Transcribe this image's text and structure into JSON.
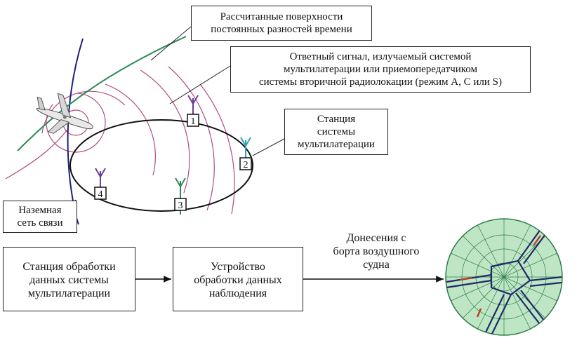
{
  "callouts": {
    "surfaces": [
      "Рассчитанные поверхности",
      "постоянных разностей времени"
    ],
    "reply_signal": [
      "Ответный сигнал, излучаемый системой",
      "мультилатерации или приемопередатчиком",
      "системы вторичной радиолокации (режим A, C или S)"
    ],
    "station": [
      "Станция",
      "системы",
      "мультилатерации"
    ],
    "ground_network": [
      "Наземная",
      "сеть связи"
    ]
  },
  "antennas": [
    "1",
    "2",
    "3",
    "4"
  ],
  "flow": {
    "processing_station": [
      "Станция обработки",
      "данных системы",
      "мультилатерации"
    ],
    "surveillance_unit": [
      "Устройство",
      "обработки данных",
      "наблюдения"
    ],
    "aircraft_reports": [
      "Донесения с",
      "борта воздушного",
      "судна"
    ]
  },
  "colors": {
    "ellipse": "#111111",
    "blue_curve": "#1f1f7a",
    "green_curve": "#2e8b57",
    "magenta_rings": "#b04a80",
    "antenna_purple": "#6a3d9a",
    "antenna_teal": "#2aa6b8",
    "antenna_green": "#2e8b57",
    "radar_fill": "#bfe6c4",
    "radar_grid": "#2f7d4a",
    "runway": "#1f2a6b",
    "runway_red": "#c0392b"
  }
}
